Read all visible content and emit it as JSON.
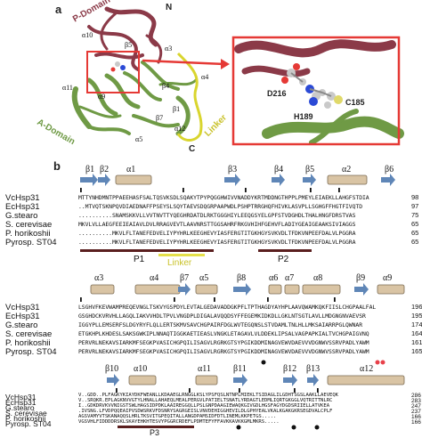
{
  "panel_a": {
    "letter": "a",
    "labels": {
      "n_term": "N",
      "c_term": "C",
      "p_domain": "P-Domain",
      "a_domain": "A-Domain",
      "linker": "Linker",
      "alpha10": "α10",
      "beta5": "β5",
      "alpha3": "α3",
      "alpha4": "α4",
      "beta4": "β4",
      "alpha11": "α11",
      "alpha9": "α9",
      "beta7": "β7",
      "alpha5": "α5",
      "alpha12": "α12",
      "beta1": "β1",
      "d216": "D216",
      "h189": "H189",
      "c185": "C185"
    }
  },
  "panel_b": {
    "letter": "b",
    "names": [
      "VcHsp31",
      "EcHsp31",
      "G.stearo",
      "S. cerevisae",
      "P. horikoshii",
      "Pyrosp. ST04"
    ],
    "blocks": [
      {
        "ss": [
          "β1",
          "β2",
          "α1",
          "β3",
          "β4",
          "β5",
          "α2",
          "β6"
        ],
        "seqs": [
          "MTTYNHDMNTPPAEEHASFSALTQSVKSDLSQAKYTPYPQGGHWIVVNADDYKRTMDDNGTHPPLPMEYLEIAEKLLAHGFSTDIA",
          "..MTVQTSKNPQVDIAEDNAFFPSEYSLSQYTAEVSDQGRPAAPWDLPSHPTRRGHQFHIVKLASVPLLSGHGFFHGTFIVQTD",
          "..........SNAMSKKVLLVVTNVTTYQEGHRDATDLRKTGGGHIYLEEQGSYELGPFSTVDGHDLTHALHNGFDRSTVAS",
          "MKVLVLLAEGFEEIEAIAVLDVLRRAGVEVTLAAVNRSTTGGSAHRFRKGVHIHFGEHVFLADIYGEAIGEAAKSIVIAGGS",
          "..........MKVLFLTANEFEDVELIYPYHRLKEEGHEVYIASFERGTITGKHGYSVKVDLTFDKVNPEEFDALVLPGGRA",
          "..........MKVLFLTANEFEDVELIYPYHRLKEEGHEVYIASFERGTITGKHGYSVKVDLTFDKVNPEEFDALVLPGGRA"
        ],
        "nums": [
          "98",
          "97",
          "75",
          "65",
          "65",
          "65"
        ],
        "bar_labels": {
          "p1": "P1",
          "linker": "Linker",
          "p2": "P2"
        }
      },
      {
        "ss": [
          "α3",
          "α4",
          "β7",
          "α5",
          "β8",
          "α6",
          "α7",
          "α8",
          "β9",
          "α9"
        ],
        "seqs": [
          "LSGHVFKEVWAMPREQEVNGLTSKVYGSPDYLEVTALGEDAVADDGKPFLTPTHAGDYAYHPLAAVQWAMKQKFIISLCHGPAALFAL",
          "GSGHDCKVRVHLLAGQLIAKVVHDLTPVLVNGDPLDIGALAVQQDSYFFEGEMKIDKDLLGKLNTSGTLAVLLMDGNGNVAEVSR",
          "IGGYPLLEMSERFSLDGYRYFLQLLERTSKMVSAVCHGPAIRFDGLWVTEGQNSLSTVDAMLTNLHLLMKSAIARRPGLQWNAR",
          "ETGKHPLKHDESLSAKSGWKIPLNNAQTIGGKAETIEASLVNGKLETAGAVLVLDDEKLIPSALVAGPAPKIALTVCHGPAIGVNQ",
          "PERVRLNEKAVSIARKMFSEGKPVASICHGPQILISAGVLRGRKGTSYPGIKDDMINAGVEWVDAEVVVDGNWVSSRVPADLYAWM",
          "PERVRLNEKAVSIARKMFSEGKPVASICHGPQILISAGVLRGRKGTSYPGIKDDMINAGVEWVDAEVVVDGNWVSSRVPADLYAWM"
        ],
        "nums": [
          "196",
          "195",
          "174",
          "164",
          "161",
          "165"
        ]
      },
      {
        "ss": [
          "β10",
          "α10",
          "α11",
          "β11",
          "β12",
          "β13",
          "α12"
        ],
        "seqs": [
          "V..GDD..PLFAGKYKIAYDKFWEANLLKDAAEGLRNGGLKSLYPSFQSLNTNPLMIEKLTSIDAGLILGDHTSGSLAAKLLAEVEQK",
          "V..SRQKR.EPLAGKNVVGTYLHNALLAHAEQLMEALPERGVLPATIELTSNATLYRDAGTLEDMLIQRTGKGGLVQTRITTNLRC",
          "I..GDKDRVKVVNIGSTSWLHAGSIDPDKLAAIREGGQLLPSLGNPDAAGIEWAQKGIVGDLHGSFAGYDGDSRIIELLATVKEA",
          ".IVSNG.LFVDPQQEAIPVSDWSRKVFDSNRYSAGRGEISLVNVDEHIGGHEVILDLGPHYEALVKALKGAKGKRSEGDVALCPLF",
          "AGSVAMYVTSKANAQQSLHRLTKSVITGPEQITALLANGDPAMSIDFDTLINEMLKKPETGS.....",
          "VGSVHLFIDDDDRSKLSKAYEHKHTESVYPGGRCRDEFLPDMTEFYFFAVKKAVKKGMLMKRS....."
        ],
        "nums": [
          "286",
          "283",
          "247",
          "237",
          "166",
          "166"
        ],
        "bar_labels": {
          "p3": "P3"
        }
      }
    ]
  },
  "colors": {
    "p_domain": "#8b3a48",
    "a_domain": "#6f9a45",
    "linker": "#d9d52e",
    "highlight_box": "#e53935",
    "helix": "#d9c4a4",
    "strand": "#5f86b7",
    "bar_dark": "#5a1f1f",
    "bar_yellow": "#e6e04a",
    "dot_red": "#e8414a"
  }
}
